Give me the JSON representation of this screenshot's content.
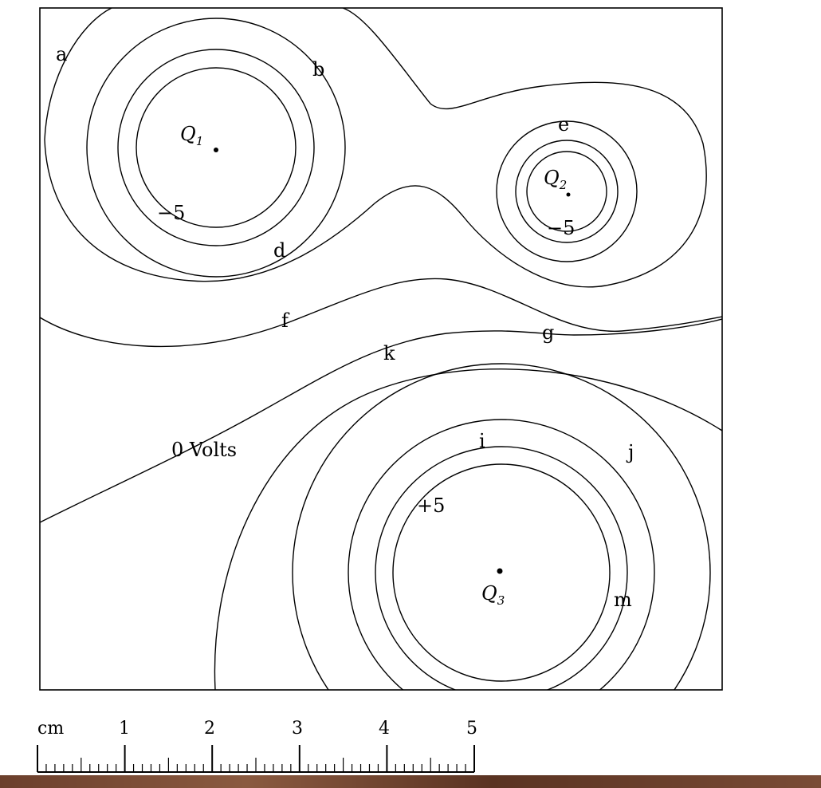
{
  "figure": {
    "contour_labels": [
      "a",
      "b",
      "d",
      "e",
      "f",
      "g",
      "k",
      "i",
      "j",
      "m"
    ],
    "value_labels": {
      "neg_q1": "−5",
      "neg_q2": "−5",
      "pos_q3": "+5",
      "zero": "0 Volts"
    },
    "charges": {
      "q1": {
        "symbol": "Q",
        "sub": "1"
      },
      "q2": {
        "symbol": "Q",
        "sub": "2"
      },
      "q3": {
        "symbol": "Q",
        "sub": "3"
      }
    }
  },
  "ruler": {
    "unit": "cm",
    "ticks": [
      "1",
      "2",
      "3",
      "4",
      "5"
    ]
  }
}
